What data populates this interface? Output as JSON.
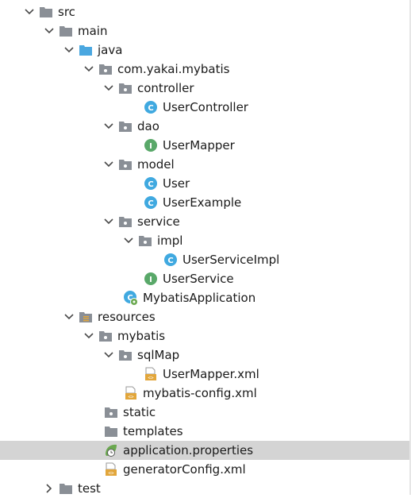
{
  "tree": {
    "items": [
      {
        "label": "src",
        "expanded": true
      },
      {
        "label": "main",
        "expanded": true
      },
      {
        "label": "java",
        "expanded": true
      },
      {
        "label": "com.yakai.mybatis",
        "expanded": true
      },
      {
        "label": "controller",
        "expanded": true
      },
      {
        "label": "UserController"
      },
      {
        "label": "dao",
        "expanded": true
      },
      {
        "label": "UserMapper"
      },
      {
        "label": "model",
        "expanded": true
      },
      {
        "label": "User"
      },
      {
        "label": "UserExample"
      },
      {
        "label": "service",
        "expanded": true
      },
      {
        "label": "impl",
        "expanded": true
      },
      {
        "label": "UserServiceImpl"
      },
      {
        "label": "UserService"
      },
      {
        "label": "MybatisApplication"
      },
      {
        "label": "resources",
        "expanded": true
      },
      {
        "label": "mybatis",
        "expanded": true
      },
      {
        "label": "sqlMap",
        "expanded": true
      },
      {
        "label": "UserMapper.xml"
      },
      {
        "label": "mybatis-config.xml"
      },
      {
        "label": "static"
      },
      {
        "label": "templates"
      },
      {
        "label": "application.properties",
        "selected": true
      },
      {
        "label": "generatorConfig.xml"
      },
      {
        "label": "test",
        "expanded": false
      }
    ]
  },
  "colors": {
    "folder": "#8a8f96",
    "source_folder": "#4aa7e0",
    "class_icon": "#40a9e0",
    "interface_icon": "#59a869",
    "xml_icon": "#e2a63b",
    "selection": "#d4d4d4"
  }
}
